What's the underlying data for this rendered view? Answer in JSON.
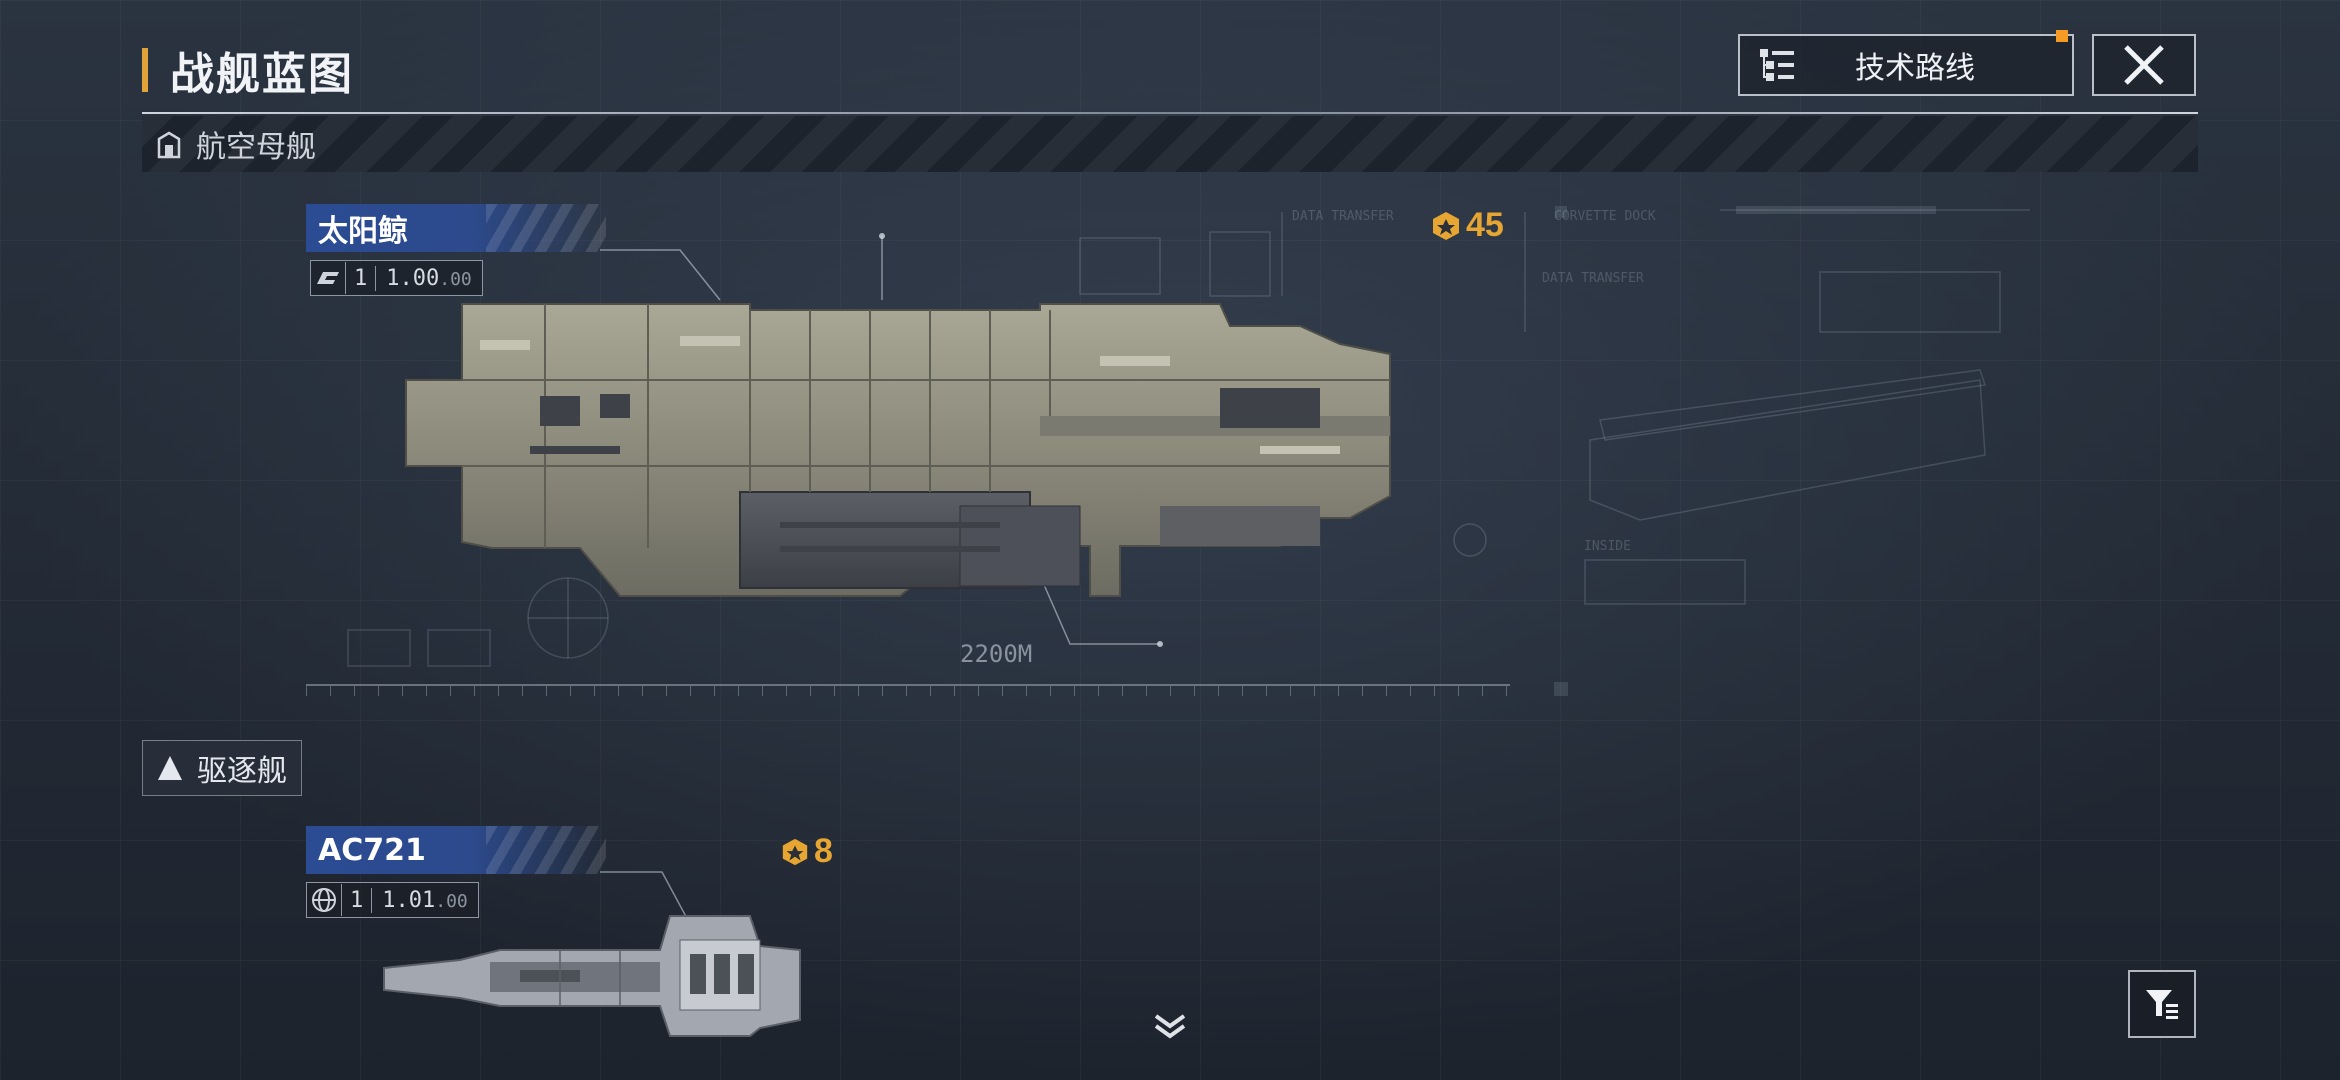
{
  "header": {
    "title": "战舰蓝图",
    "tech_button_label": "技术路线",
    "close_icon": "close-icon",
    "tree_icon": "tech-tree-icon"
  },
  "categories": [
    {
      "label": "航空母舰",
      "icon": "carrier-icon",
      "ships": [
        {
          "name": "太阳鲸",
          "level": "1",
          "version": "1.00",
          "version_sub": ".00",
          "cost": "45",
          "length_label": "2200M"
        }
      ]
    },
    {
      "label": "驱逐舰",
      "icon": "destroyer-icon",
      "ships": [
        {
          "name": "AC721",
          "level": "1",
          "version": "1.01",
          "version_sub": ".00",
          "cost": "8"
        }
      ]
    }
  ],
  "colors": {
    "accent_orange": "#e2a23a",
    "cost_gold": "#e7a632",
    "name_blue": "#2b4b93",
    "background": "#222a35"
  }
}
